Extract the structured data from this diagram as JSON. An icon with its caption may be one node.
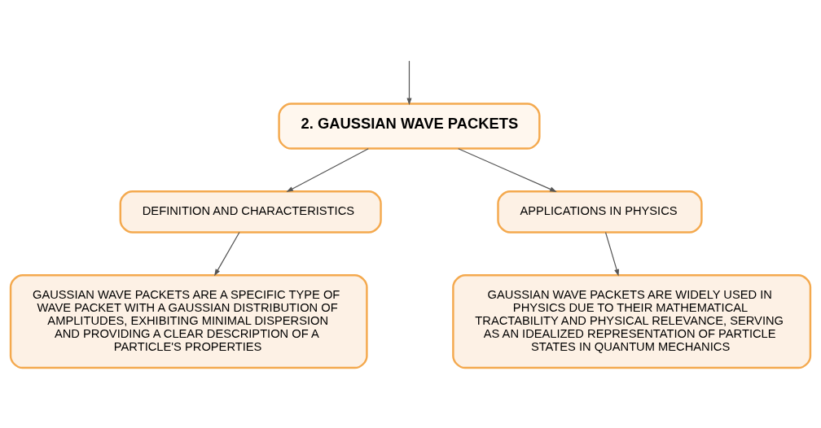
{
  "diagram": {
    "nodes": [
      {
        "text": [
          "2. GAUSSIAN WAVE PACKETS"
        ]
      },
      {
        "text": [
          "DEFINITION AND CHARACTERISTICS"
        ]
      },
      {
        "text": [
          "APPLICATIONS IN PHYSICS"
        ]
      },
      {
        "text": [
          "GAUSSIAN WAVE PACKETS ARE A SPECIFIC TYPE OF WAVE PACKET WITH A GAUSSIAN DISTRIBUTION OF AMPLITUDES, EXHIBITING MINIMAL DISPERSION AND PROVIDING A CLEAR DESCRIPTION OF A PARTICLE'S PROPERTIES"
        ]
      },
      {
        "text": [
          "GAUSSIAN WAVE PACKETS ARE WIDELY USED IN PHYSICS DUE TO THEIR MATHEMATICAL TRACTABILITY AND PHYSICAL RELEVANCE, SERVING AS AN IDEALIZED REPRESENTATION OF PARTICLE STATES IN QUANTUM MECHANICS"
        ]
      }
    ],
    "edges": [
      {
        "from": null,
        "to": 0,
        "arrow": "to"
      },
      {
        "from": 0,
        "to": 1,
        "arrow": "to"
      },
      {
        "from": 0,
        "to": 2,
        "arrow": "to"
      },
      {
        "from": 1,
        "to": 3,
        "arrow": "to"
      },
      {
        "from": 2,
        "to": 4,
        "arrow": "to"
      }
    ]
  }
}
